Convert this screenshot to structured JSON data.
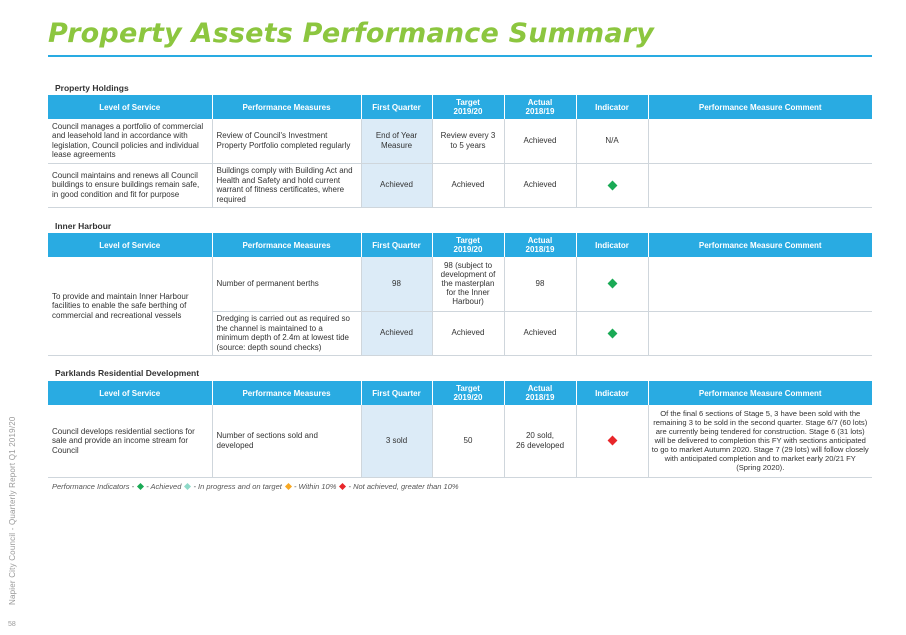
{
  "title": "Property Assets Performance Summary",
  "headers": {
    "level_of_service": "Level of Service",
    "performance_measures": "Performance Measures",
    "first_quarter": "First Quarter",
    "target_1": "Target",
    "target_2": "2019/20",
    "actual_1": "Actual",
    "actual_2": "2018/19",
    "indicator": "Indicator",
    "comment": "Performance Measure Comment"
  },
  "colors": {
    "brand_green": "#8cc63f",
    "header_blue": "#29abe2",
    "first_quarter_bg": "#dcebf7",
    "achieved": "#1aaa55",
    "in_progress": "#8ed9c8",
    "within_10": "#f7a823",
    "not_achieved": "#e8262a"
  },
  "sections": {
    "property_holdings": {
      "title": "Property Holdings",
      "rows": [
        {
          "level_of_service": "Council manages a portfolio of commercial and leasehold land in accordance with legislation, Council policies and individual lease agreements",
          "measure": "Review of Council's Investment Property Portfolio completed regularly",
          "first_quarter": "End of Year Measure",
          "target": "Review every 3 to 5 years",
          "actual": "Achieved",
          "indicator_text": "N/A",
          "comment": ""
        },
        {
          "level_of_service": "Council maintains and renews all Council buildings to ensure buildings remain safe, in good condition and fit for purpose",
          "measure": "Buildings comply with Building Act and Health and Safety and hold current warrant of fitness certificates, where required",
          "first_quarter": "Achieved",
          "target": "Achieved",
          "actual": "Achieved",
          "indicator": "achieved",
          "comment": ""
        }
      ]
    },
    "inner_harbour": {
      "title": "Inner Harbour",
      "level_of_service": "To provide and maintain Inner Harbour facilities to enable the safe berthing of commercial and recreational vessels",
      "rows": [
        {
          "measure": "Number of permanent berths",
          "first_quarter": "98",
          "target": "98 (subject to development of the masterplan for the Inner Harbour)",
          "actual": "98",
          "indicator": "achieved",
          "comment": ""
        },
        {
          "measure": "Dredging is carried out as required so the channel is maintained to a minimum depth of 2.4m at lowest tide (source: depth sound checks)",
          "first_quarter": "Achieved",
          "target": "Achieved",
          "actual": "Achieved",
          "indicator": "achieved",
          "comment": ""
        }
      ]
    },
    "parklands": {
      "title": "Parklands Residential Development",
      "rows": [
        {
          "level_of_service": "Council develops residential sections for sale and provide an income stream for Council",
          "measure": "Number of sections sold and developed",
          "first_quarter": "3 sold",
          "target": "50",
          "actual_1": "20 sold,",
          "actual_2": "26 developed",
          "indicator": "not_achieved",
          "comment": "Of the final 6 sections of Stage 5, 3 have been sold with the remaining 3 to be sold in the second quarter. Stage 6/7 (60 lots) are currently being tendered for construction. Stage 6 (31 lots) will be delivered to completion this FY with sections anticipated to go to market Autumn 2020. Stage 7 (29 lots) will follow closely with anticipated completion and to market early 20/21 FY (Spring 2020)."
        }
      ]
    }
  },
  "legend": {
    "prefix": "Performance Indicators - ",
    "achieved": "- Achieved",
    "in_progress": "- In progress and on target",
    "within_10": "- Within 10%",
    "not_achieved": "- Not achieved, greater than 10%"
  },
  "footer": {
    "side_text": "Napier City Council - Quarterly Report Q1 2019/20",
    "page_number": "58"
  }
}
